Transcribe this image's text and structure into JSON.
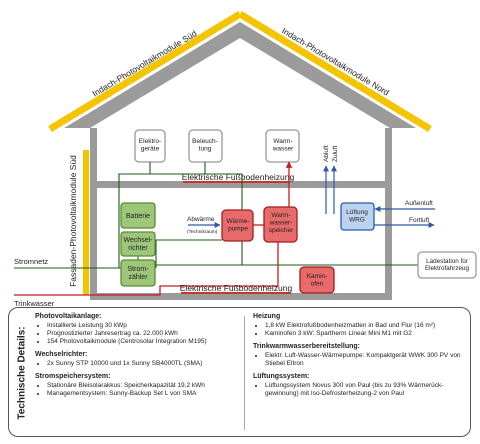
{
  "roof": {
    "south_label": "Indach-Photovoltaikmodule Süd",
    "north_label": "Indach-Photovoltaikmodule Nord",
    "facade_label": "Fassaden-Photovoltaikmodule Süd"
  },
  "upper_floor": {
    "elektrogeraete": "Elektro-\ngeräte",
    "beleuchtung": "Beleuch-\ntung",
    "warmwasser": "Warm-\nwasser",
    "heating_label": "Elektrische Fußbodenheizung"
  },
  "ground_floor": {
    "batterie": "Batterie",
    "wechselrichter": "Wechsel-\nrichter",
    "stromzaehler": "Strom-\nzähler",
    "abwaerme": "Abwärme",
    "abwaerme_sub": "(Technikraum)",
    "waermepumpe": "Wärme-\npumpe",
    "warmwasserspeicher": "Warm-\nwasser-\nspeicher",
    "lueftung": "Lüftung\nWRG",
    "abluft": "Abluft",
    "zuluft": "Zuluft",
    "aussenluft": "Außenluft",
    "fortluft": "Fortluft",
    "heating_label": "Elektrische Fußbodenheizung",
    "kaminofen": "Kamin-\nofen"
  },
  "outside": {
    "stromnetz": "Stromnetz",
    "trinkwasser": "Trinkwasser",
    "ladestation": "Ladestation für\nElektrofahrzeug"
  },
  "colors": {
    "wall": "#9b9b9b",
    "solar": "#f5c400",
    "green_box": "#9dc67a",
    "green_border": "#5b8c2f",
    "red_box": "#e86a6a",
    "red_border": "#a31d1d",
    "blue_box": "#bcd3f0",
    "blue_border": "#2e5aa8",
    "cable": "#1a5c1a",
    "water": "#c81e1e",
    "heating_line": "#c0392b"
  },
  "details": {
    "title": "Technische Details:",
    "sections_left": [
      {
        "heading": "Photovoltaikanlage:",
        "items": [
          "Installierte Leistung 30 kWp",
          "Prognostizierter Jahresertrag ca. 22.000 kWh",
          "154 Photovoltaikmodule (Centrosolar Integration M195)"
        ]
      },
      {
        "heading": "Wechselrichter:",
        "items": [
          "2x Sunny STP 10000 und 1x Sunny SB4000TL  (SMA)"
        ]
      },
      {
        "heading": "Stromspeichersystem:",
        "items": [
          "Stationäre Bleisolarakkus: Speicherkapazität 19,2 kWh",
          "Managementsystem: Sunny-Backup Set L von SMA"
        ]
      }
    ],
    "sections_right": [
      {
        "heading": "Heizung",
        "items": [
          "1,8 kW Elektrofußbodenheizmatten in Bad und Flur (16 m²)",
          "Kaminofen 3 kW: Spartherm Linear Mini M1 mit G2"
        ]
      },
      {
        "heading": "Trinkwarmwasserbereitstellung:",
        "items": [
          "Elektr. Luft-Wasser-Wärmepumpe: Kompaktgerät WWK 300 PV von Stiebel Eltron"
        ]
      },
      {
        "heading": "Lüftungssystem:",
        "items": [
          "Lüftungssystem Novus 300 von Paul (bis zu 93% Wärmerück-gewinnung) mit Iso-Defrosterheizung-2 von Paul"
        ]
      }
    ]
  }
}
